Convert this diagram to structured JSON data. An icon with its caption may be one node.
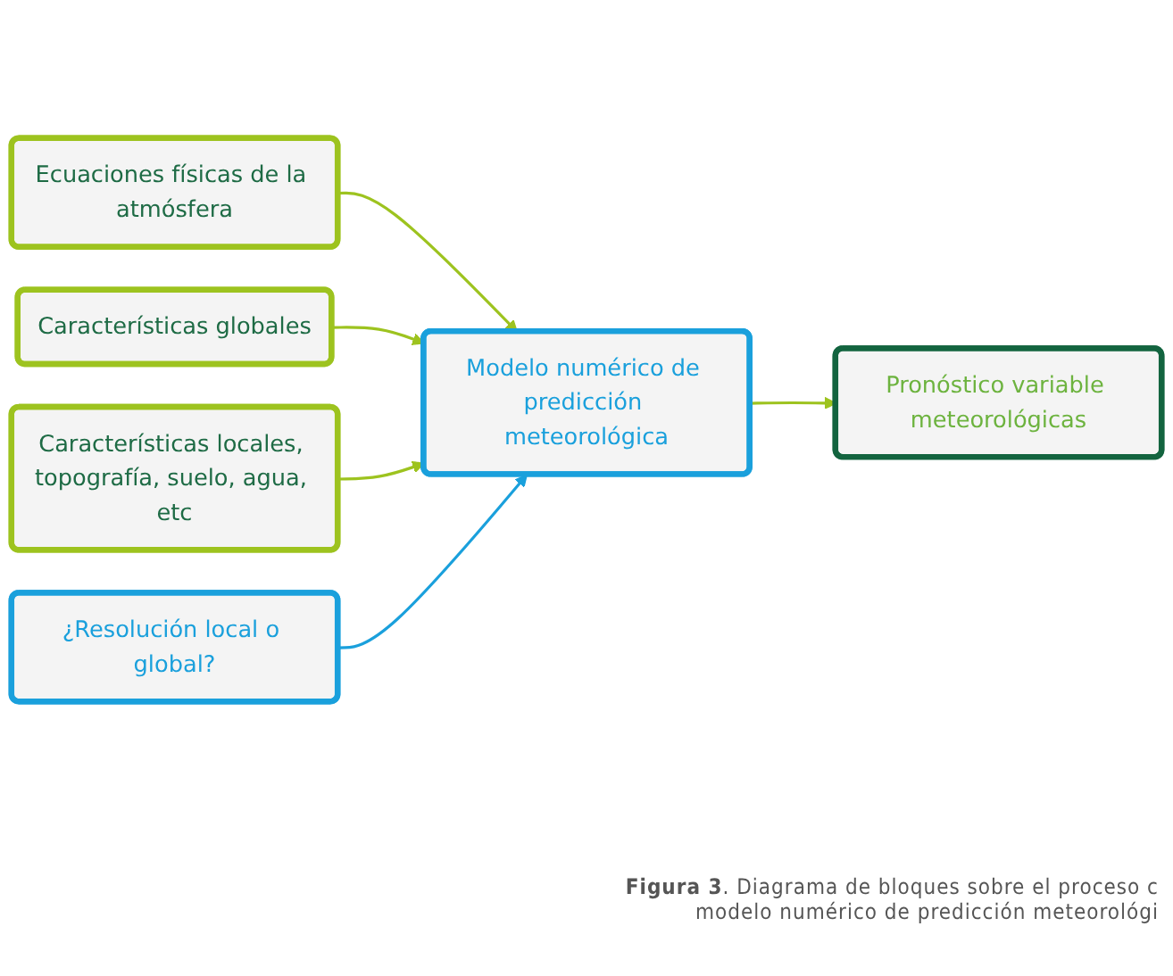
{
  "diagram": {
    "caption": "**Figura 3**. Diagrama de bloques sobre el proceso c modelo numérico de predicción meteorológi",
    "nodes": [
      {
        "text": [
          "Ecuaciones físicas de la atmósfera"
        ]
      },
      {
        "text": [
          "Características globales"
        ]
      },
      {
        "text": [
          "Características locales, topografía, suelo, agua, etc"
        ]
      },
      {
        "text": [
          "¿Resolución local o global?"
        ]
      },
      {
        "text": [
          "Modelo numérico de predicción meteorológica"
        ]
      },
      {
        "text": [
          "Pronóstico variable meteorológicas"
        ]
      }
    ],
    "edges": [
      {
        "from": 0,
        "to": 4,
        "arrow": "to"
      },
      {
        "from": 1,
        "to": 4,
        "arrow": "to"
      },
      {
        "from": 2,
        "to": 4,
        "arrow": "to"
      },
      {
        "from": 3,
        "to": 4,
        "arrow": "to",
        "color": "#1aa0dc"
      },
      {
        "from": 4,
        "to": 5,
        "arrow": "to"
      }
    ]
  }
}
